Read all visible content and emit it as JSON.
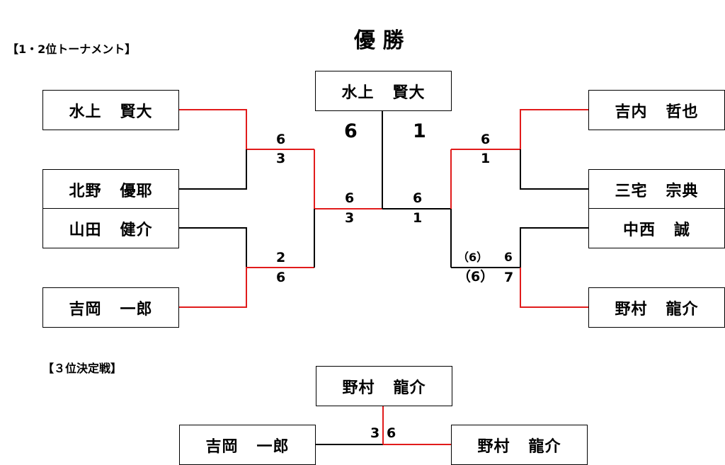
{
  "title": "優 勝",
  "section_main": "【1・2位トーナメント】",
  "section_third": "【３位決定戦】",
  "players": {
    "left1": {
      "family": "水上",
      "given": "賢大"
    },
    "left2": {
      "family": "北野",
      "given": "優耶"
    },
    "left3": {
      "family": "山田",
      "given": "健介"
    },
    "left4": {
      "family": "吉岡",
      "given": "一郎"
    },
    "right1": {
      "family": "吉内",
      "given": "哲也"
    },
    "right2": {
      "family": "三宅",
      "given": "宗典"
    },
    "right3": {
      "family": "中西",
      "given": "誠"
    },
    "right4": {
      "family": "野村",
      "given": "龍介"
    },
    "champion": {
      "family": "水上",
      "given": "賢大"
    },
    "third_winner": {
      "family": "野村",
      "given": "龍介"
    },
    "third_left": {
      "family": "吉岡",
      "given": "一郎"
    },
    "third_right": {
      "family": "野村",
      "given": "龍介"
    }
  },
  "scores": {
    "qf_left_top": {
      "a": "6",
      "b": "3"
    },
    "qf_left_bottom": {
      "a": "2",
      "b": "6"
    },
    "sf_left": {
      "a": "6",
      "b": "3"
    },
    "sf_right": {
      "a": "6",
      "b": "1"
    },
    "qf_right_top": {
      "a": "6",
      "b": "1"
    },
    "qf_right_bottom": {
      "tb_a": "（6）",
      "a": "6",
      "tb_b": "（6）",
      "b": "7"
    },
    "final": {
      "left": "6",
      "right": "1"
    },
    "third": {
      "left": "3",
      "right": "6"
    }
  },
  "colors": {
    "winner_line": "#e11b1b",
    "line": "#000000"
  }
}
